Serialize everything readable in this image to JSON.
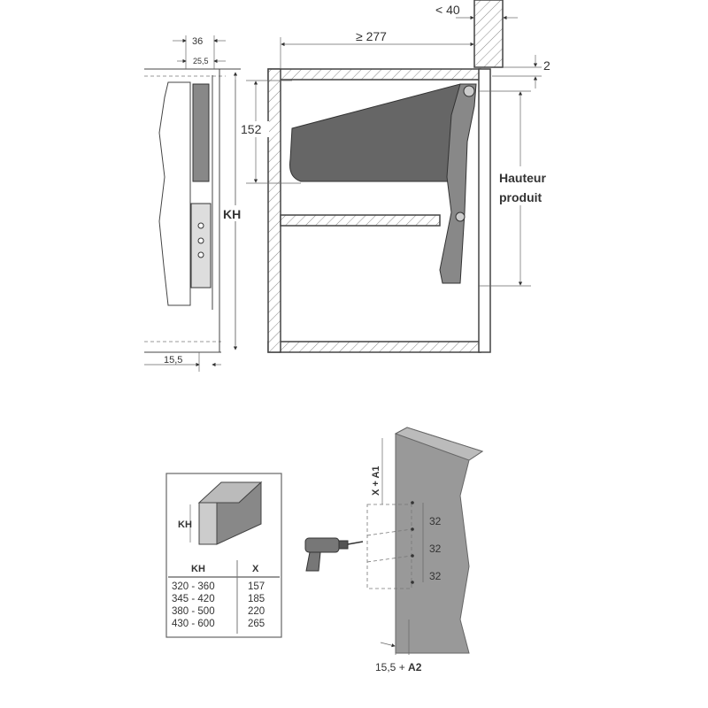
{
  "side_view": {
    "dim_36": "36",
    "dim_25_5": "25,5",
    "dim_kh": "KH",
    "dim_15_5": "15,5"
  },
  "front_view": {
    "dim_152": "152",
    "dim_277": "≥ 277",
    "dim_40": "< 40",
    "dim_2": "2",
    "height_label_line1": "Hauteur",
    "height_label_line2": "produit"
  },
  "kh_table": {
    "box_label": "KH",
    "headers": [
      "KH",
      "X"
    ],
    "rows": [
      [
        "320 - 360",
        "157"
      ],
      [
        "345 - 420",
        "185"
      ],
      [
        "380 - 500",
        "220"
      ],
      [
        "430 - 600",
        "265"
      ]
    ]
  },
  "drilling_view": {
    "dim_x_a1": "X + A1",
    "spacing": [
      "32",
      "32",
      "32"
    ],
    "dim_bottom_prefix": "15,5 + ",
    "dim_bottom_suffix": "A2"
  }
}
